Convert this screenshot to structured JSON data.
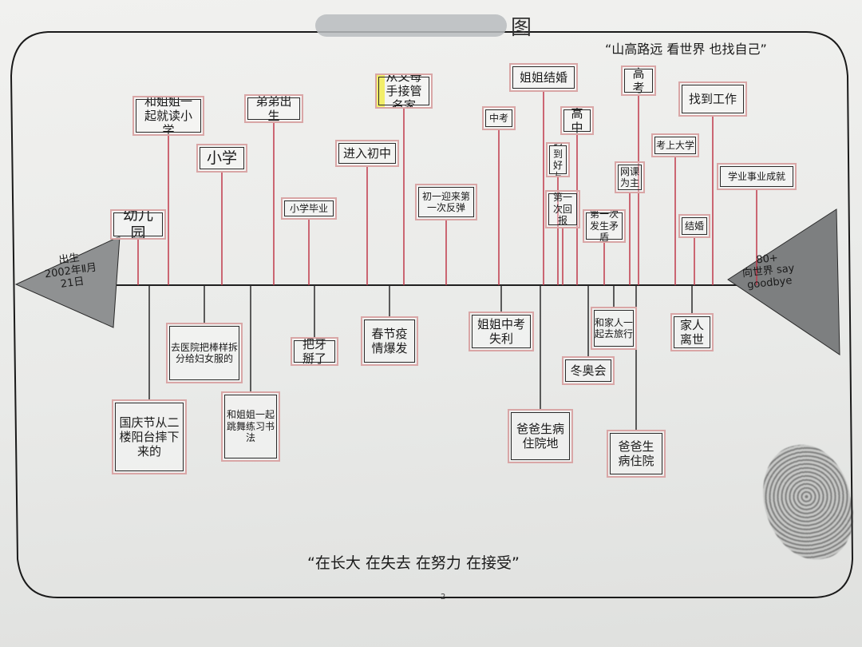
{
  "header": {
    "title_visible": "图"
  },
  "top_quote": "“山高路远 看世界 也找自己”",
  "bottom_quote": "“在长大 在失去 在努力 在接受”",
  "page_number": "2",
  "start_cap": {
    "line1": "出生",
    "line2": "2002年Ⅱ月",
    "line3": "21日"
  },
  "end_cap": {
    "line1": "80+",
    "line2": "向世界 say",
    "line3": "goodbye"
  },
  "top_events": [
    "幼儿园",
    "和姐姐一起就读小学",
    "小学",
    "弟弟出生",
    "小学毕业",
    "进入初中",
    "从父母手接管名家",
    "初一迎来第一次反弹",
    "中考",
    "姐姐结婚",
    "高中",
    "遇到好友",
    "第一次回报",
    "第一次发生矛盾",
    "高考",
    "网课为主",
    "考上大学",
    "找到工作",
    "学业事业成就",
    "结婚"
  ],
  "bottom_events": [
    "国庆节从二楼阳台摔下来的",
    "去医院把棒样拆分给妇女服的",
    "和姐姐一起跳舞练习书法",
    "把牙掰了",
    "春节疫情爆发",
    "姐姐中考失利",
    "爸爸生病住院地",
    "冬奥会",
    "和家人一起去旅行",
    "爸爸生病住院",
    "家人离世"
  ],
  "colors": {
    "spine": "#1f1f1f",
    "branch_top": "#c0394b",
    "box_border": "#d9a6a6",
    "endcap_fill": "#8a8a8a",
    "paper": "#ecedeb"
  }
}
